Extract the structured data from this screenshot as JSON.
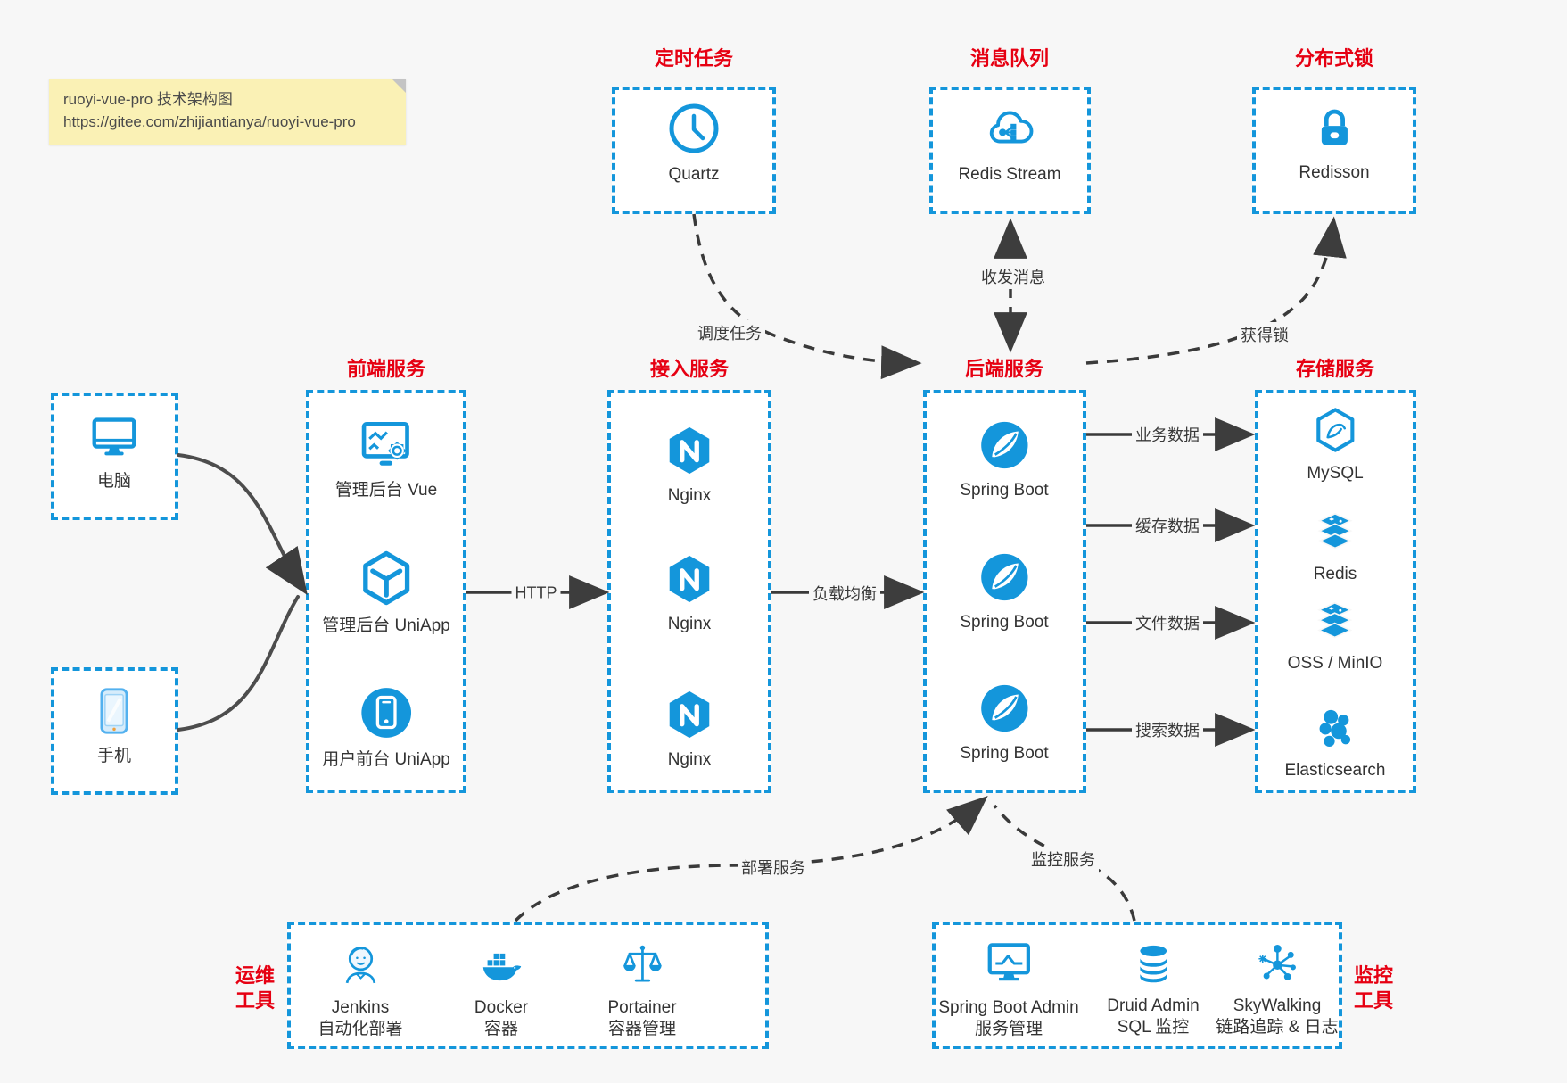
{
  "colors": {
    "accent": "#1496db",
    "title_red": "#e60012",
    "background": "#f7f7f7",
    "arrow": "#3d3d3d",
    "note_bg": "#faf1b5"
  },
  "note": {
    "line1": "ruoyi-vue-pro 技术架构图",
    "line2": "https://gitee.com/zhijiantianya/ruoyi-vue-pro"
  },
  "groups": {
    "scheduler": {
      "title": "定时任务",
      "items": [
        {
          "icon": "clock-icon",
          "label": "Quartz"
        }
      ]
    },
    "mq": {
      "title": "消息队列",
      "items": [
        {
          "icon": "cloud-stream-icon",
          "label": "Redis Stream"
        }
      ]
    },
    "lock": {
      "title": "分布式锁",
      "items": [
        {
          "icon": "lock-icon",
          "label": "Redisson"
        }
      ]
    },
    "clients": {
      "items": [
        {
          "icon": "desktop-icon",
          "label": "电脑"
        },
        {
          "icon": "smartphone-icon",
          "label": "手机"
        }
      ]
    },
    "frontend": {
      "title": "前端服务",
      "items": [
        {
          "icon": "admin-monitor-gear-icon",
          "label": "管理后台 Vue"
        },
        {
          "icon": "uniapp-cube-icon",
          "label": "管理后台 UniApp"
        },
        {
          "icon": "app-circle-icon",
          "label": "用户前台 UniApp"
        }
      ]
    },
    "gateway": {
      "title": "接入服务",
      "items": [
        {
          "icon": "nginx-icon",
          "label": "Nginx"
        },
        {
          "icon": "nginx-icon",
          "label": "Nginx"
        },
        {
          "icon": "nginx-icon",
          "label": "Nginx"
        }
      ]
    },
    "backend": {
      "title": "后端服务",
      "items": [
        {
          "icon": "spring-boot-icon",
          "label": "Spring Boot"
        },
        {
          "icon": "spring-boot-icon",
          "label": "Spring Boot"
        },
        {
          "icon": "spring-boot-icon",
          "label": "Spring Boot"
        }
      ]
    },
    "storage": {
      "title": "存储服务",
      "items": [
        {
          "icon": "mysql-icon",
          "label": "MySQL"
        },
        {
          "icon": "redis-icon",
          "label": "Redis"
        },
        {
          "icon": "oss-icon",
          "label": "OSS / MinIO"
        },
        {
          "icon": "elasticsearch-icon",
          "label": "Elasticsearch"
        }
      ]
    },
    "ops": {
      "title_line1": "运维",
      "title_line2": "工具",
      "items": [
        {
          "icon": "jenkins-icon",
          "label": "Jenkins",
          "sub": "自动化部署"
        },
        {
          "icon": "docker-icon",
          "label": "Docker",
          "sub": "容器"
        },
        {
          "icon": "portainer-icon",
          "label": "Portainer",
          "sub": "容器管理"
        }
      ]
    },
    "monitoring": {
      "title_line1": "监控",
      "title_line2": "工具",
      "items": [
        {
          "icon": "spring-boot-admin-icon",
          "label": "Spring Boot Admin",
          "sub": "服务管理"
        },
        {
          "icon": "druid-icon",
          "label": "Druid Admin",
          "sub": "SQL 监控"
        },
        {
          "icon": "skywalking-icon",
          "label": "SkyWalking",
          "sub": "链路追踪 & 日志"
        }
      ]
    }
  },
  "edges": {
    "http": "HTTP",
    "load_balance": "负载均衡",
    "business_data": "业务数据",
    "cache_data": "缓存数据",
    "file_data": "文件数据",
    "search_data": "搜索数据",
    "schedule_task": "调度任务",
    "send_receive_msg": "收发消息",
    "acquire_lock": "获得锁",
    "deploy_service": "部署服务",
    "monitor_service": "监控服务"
  }
}
